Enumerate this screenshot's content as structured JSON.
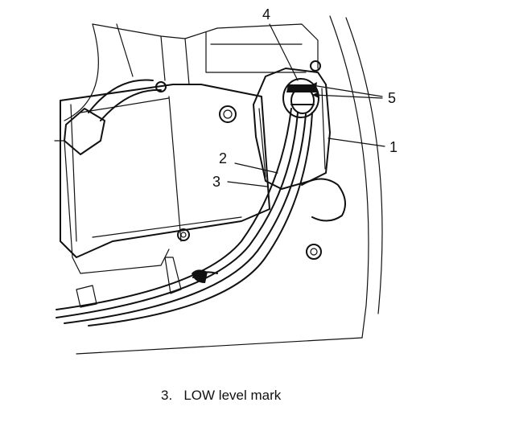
{
  "callouts": {
    "label_1": "1",
    "label_2": "2",
    "label_3": "3",
    "label_4": "4",
    "label_5": "5"
  },
  "caption": {
    "text": "3.   LOW level mark"
  }
}
